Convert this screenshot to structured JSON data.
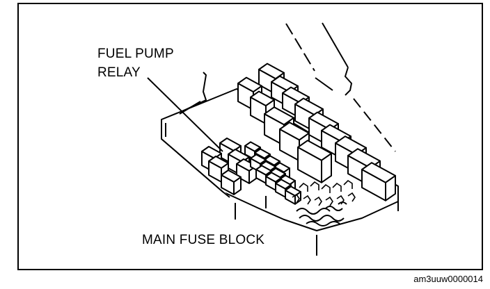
{
  "labels": {
    "relay_line1": "FUEL PUMP",
    "relay_line2": "RELAY",
    "fuse_block": "MAIN FUSE BLOCK"
  },
  "figure_code": "am3uuw0000014",
  "colors": {
    "ink": "#000000",
    "background": "#ffffff"
  }
}
